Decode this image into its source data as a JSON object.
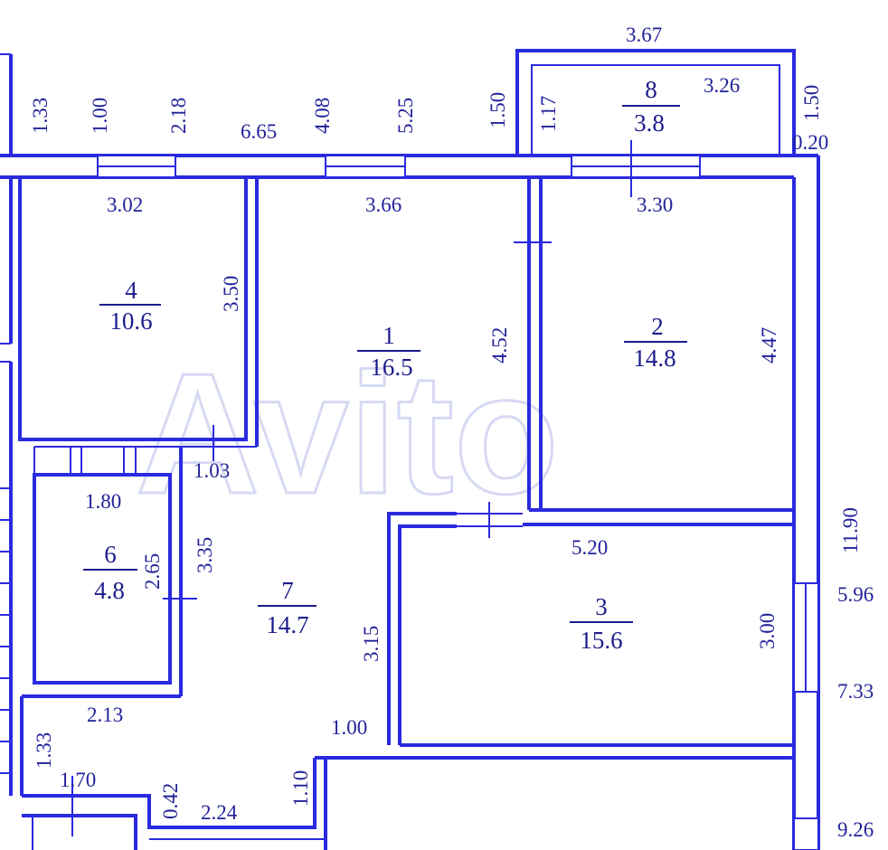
{
  "watermark": "Avito",
  "rooms": [
    {
      "id": "r1",
      "number": "1",
      "area": "16.5"
    },
    {
      "id": "r2",
      "number": "2",
      "area": "14.8"
    },
    {
      "id": "r3",
      "number": "3",
      "area": "15.6"
    },
    {
      "id": "r4",
      "number": "4",
      "area": "10.6"
    },
    {
      "id": "r6",
      "number": "6",
      "area": "4.8"
    },
    {
      "id": "r7",
      "number": "7",
      "area": "14.7"
    },
    {
      "id": "r8",
      "number": "8",
      "area": "3.8"
    }
  ],
  "dimensions": {
    "top_1_33": "1.33",
    "top_1_00": "1.00",
    "top_2_18": "2.18",
    "top_6_65": "6.65",
    "top_4_08": "4.08",
    "top_5_25": "5.25",
    "top_1_50": "1.50",
    "balcony_1_17": "1.17",
    "balcony_3_67": "3.67",
    "balcony_3_26": "3.26",
    "balcony_1_50": "1.50",
    "balcony_0_20": "0.20",
    "r4_width": "3.02",
    "r4_height": "3.50",
    "r1_width": "3.66",
    "r1_height": "4.52",
    "r2_width": "3.30",
    "r2_height": "4.47",
    "door_1_03": "1.03",
    "r6_width": "1.80",
    "r6_height": "2.65",
    "hall_3_35": "3.35",
    "r3_width": "5.20",
    "r3_height": "3.00",
    "r3_left": "3.15",
    "step_1_00": "1.00",
    "hall_2_13": "2.13",
    "low_1_33": "1.33",
    "low_1_70": "1.70",
    "low_0_42": "0.42",
    "low_2_24": "2.24",
    "low_1_10": "1.10",
    "right_11_90": "11.90",
    "right_5_96": "5.96",
    "right_7_33": "7.33",
    "right_9_26": "9.26"
  }
}
